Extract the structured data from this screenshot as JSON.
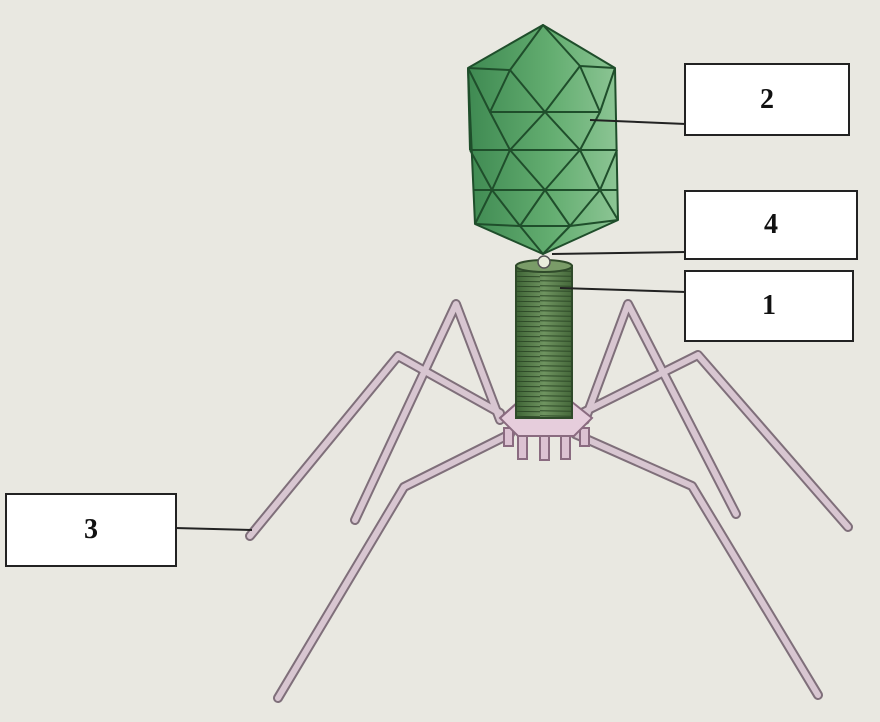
{
  "labels": {
    "one": "1",
    "two": "2",
    "three": "3",
    "four": "4"
  },
  "colors": {
    "background": "#e9e8e1",
    "capsid": "#5fa86c",
    "tail": "#5f8450",
    "baseplate": "#e3c8d8",
    "fibers": "#d6c3cf"
  }
}
